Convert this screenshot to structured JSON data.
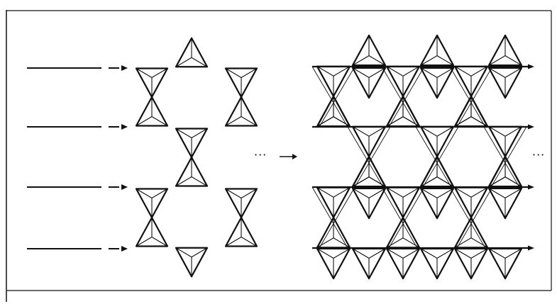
{
  "figure": {
    "left_ellipsis": "···",
    "right_ellipsis": "···",
    "stroke_color": "#111111",
    "background": "#ffffff",
    "left_rows": 4,
    "right_rows": 4,
    "right_columns": 3
  }
}
